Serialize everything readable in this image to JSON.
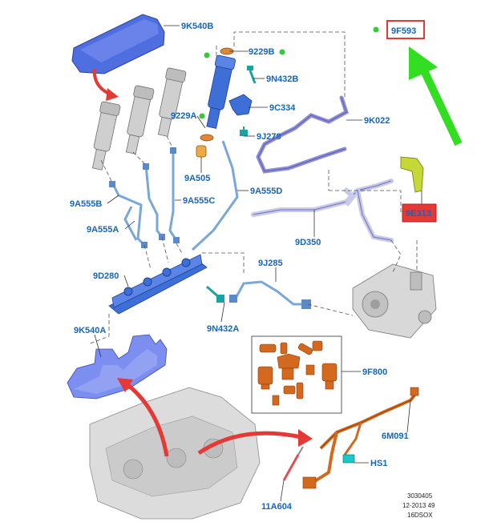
{
  "labels": {
    "l_9K540B": "9K540B",
    "l_9F593": "9F593",
    "l_9229B": "9229B",
    "l_9N432B": "9N432B",
    "l_9C334": "9C334",
    "l_9229A": "9229A",
    "l_9K022": "9K022",
    "l_9J278": "9J278",
    "l_9A505": "9A505",
    "l_9A555B": "9A555B",
    "l_9A555C": "9A555C",
    "l_9A555D": "9A555D",
    "l_9A555A": "9A555A",
    "l_9E313": "9E313",
    "l_9D350": "9D350",
    "l_9D280": "9D280",
    "l_9J285": "9J285",
    "l_9N432A": "9N432A",
    "l_9K540A": "9K540A",
    "l_9F800": "9F800",
    "l_6M091": "6M091",
    "l_HS1": "HS1",
    "l_11A604": "11A604"
  },
  "footer": {
    "line1": "3030405",
    "line2": "12-2013 49",
    "line3": "16DSOX"
  },
  "colors": {
    "label_text": "#1565c0",
    "highlight_box": "#e53935",
    "callout_red": "#e53935",
    "arrow_green": "#33dd22",
    "part_blue": "#3d6fd6",
    "pipe_lilac": "#8d8fd8",
    "orange_parts": "#d2691e"
  }
}
